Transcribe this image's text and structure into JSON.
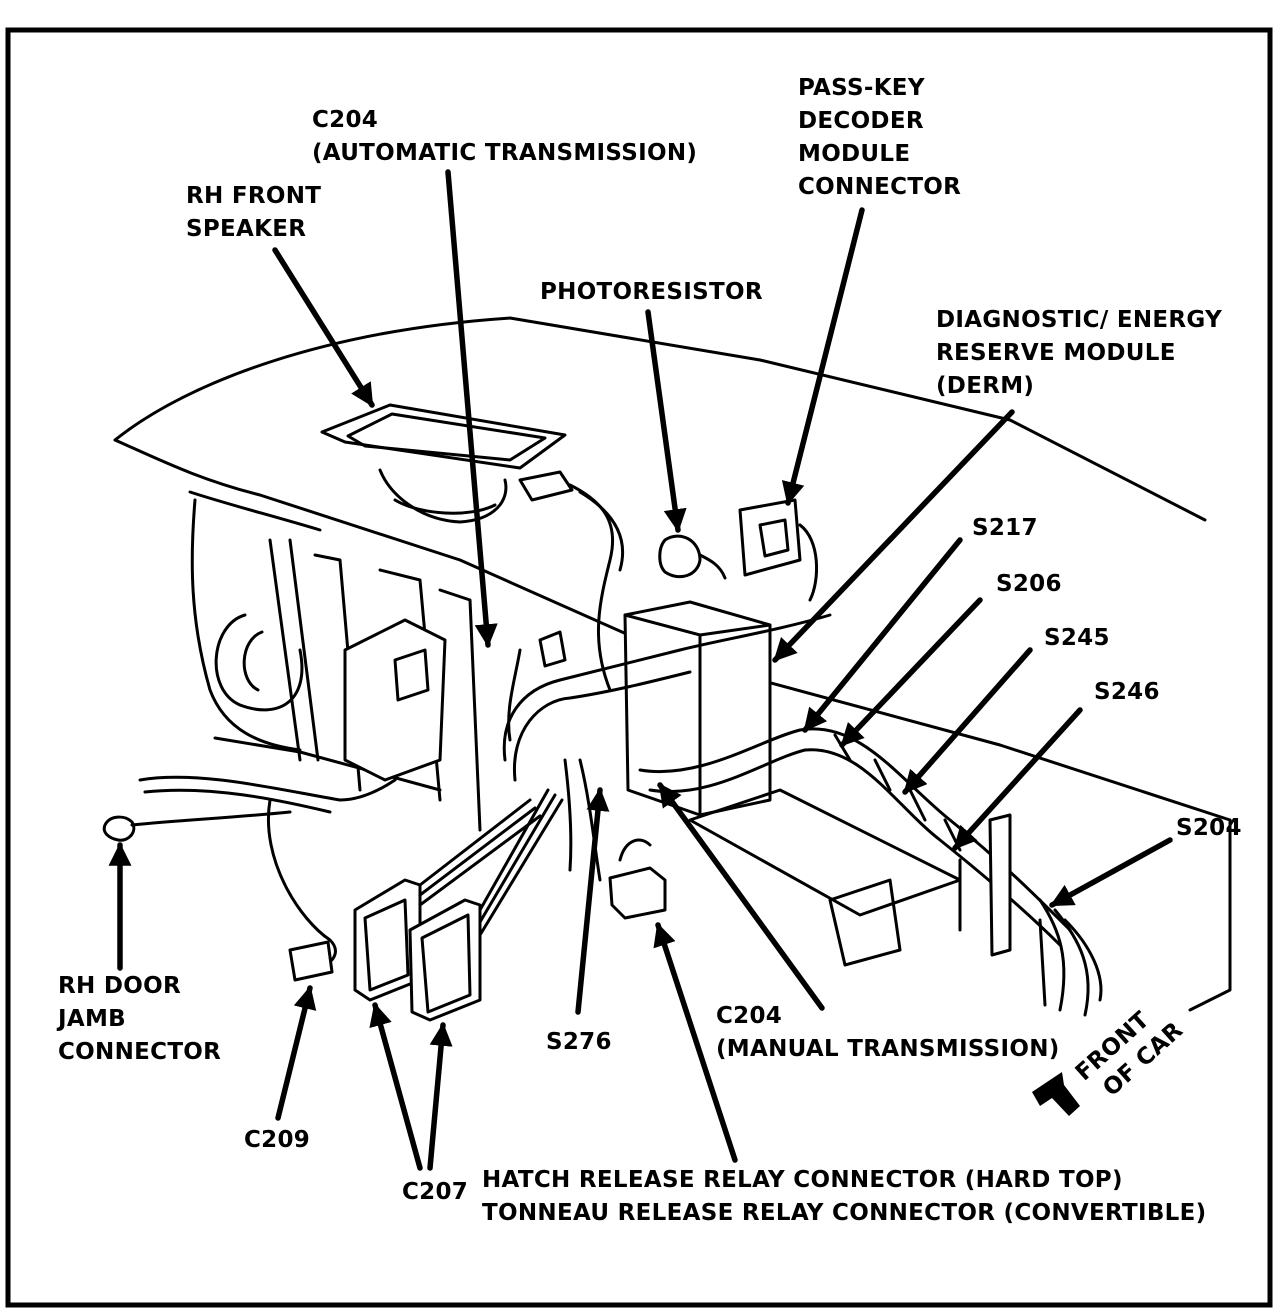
{
  "labels": {
    "c204_auto": [
      "C204",
      "(AUTOMATIC TRANSMISSION)"
    ],
    "passkey": [
      "PASS-KEY",
      "DECODER",
      "MODULE",
      "CONNECTOR"
    ],
    "rh_front_speaker": [
      "RH FRONT",
      "SPEAKER"
    ],
    "photoresistor": [
      "PHOTORESISTOR"
    ],
    "derm": [
      "DIAGNOSTIC/ ENERGY",
      "RESERVE MODULE",
      "(DERM)"
    ],
    "s217": "S217",
    "s206": "S206",
    "s245": "S245",
    "s246": "S246",
    "s204": "S204",
    "rh_door_jamb": [
      "RH DOOR",
      "JAMB",
      "CONNECTOR"
    ],
    "c209": "C209",
    "c207": "C207",
    "s276": "S276",
    "c204_manual": [
      "C204",
      "(MANUAL TRANSMISSION)"
    ],
    "relay": [
      "HATCH RELEASE RELAY CONNECTOR (HARD TOP)",
      "TONNEAU RELEASE RELAY CONNECTOR (CONVERTIBLE)"
    ],
    "front_of_car": [
      "FRONT",
      "OF CAR"
    ]
  }
}
